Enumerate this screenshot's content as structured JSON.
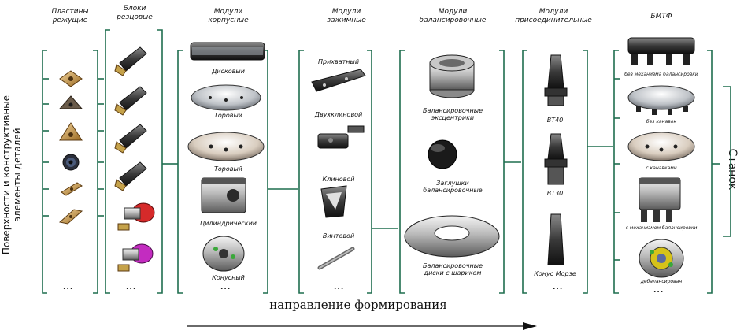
{
  "headers": {
    "inserts": [
      "Пластины",
      "режущие"
    ],
    "blocks": [
      "Блоки",
      "резцовые"
    ],
    "body_modules": [
      "Модули",
      "корпусные"
    ],
    "clamp_modules": [
      "Модули",
      "зажимные"
    ],
    "balance_modules": [
      "Модули",
      "балансировочные"
    ],
    "connect_modules": [
      "Модули",
      "присоединительные"
    ],
    "bmtf": [
      "БМТФ"
    ]
  },
  "left_label": [
    "Поверхности и конструктивные",
    "элементы деталей"
  ],
  "right_label": "Станок",
  "footer_label": "направление формирования",
  "body_module_items": [
    "Дисковый",
    "Торовый",
    "Торовый",
    "Цилиндрический",
    "Конусный"
  ],
  "clamp_module_items": [
    "Прихватный",
    "Двухклиновой",
    "Клиновой",
    "Винтовой"
  ],
  "balance_module_items": [
    [
      "Балансировочные",
      "эксцентрики"
    ],
    [
      "Заглушки",
      "балансировочные"
    ],
    [
      "Балансировочные",
      "диски с шариком"
    ]
  ],
  "connect_module_items": [
    "BT40",
    "BT30",
    "Конус Морзе"
  ],
  "bmtf_items": [
    "без механизма балансировки",
    "без канавок",
    "с канавками",
    "с механизмом балансировки",
    "дебалансирован"
  ],
  "ellipsis": "...",
  "colors": {
    "bracket": "#1f6e4f",
    "arrow": "#111111"
  }
}
